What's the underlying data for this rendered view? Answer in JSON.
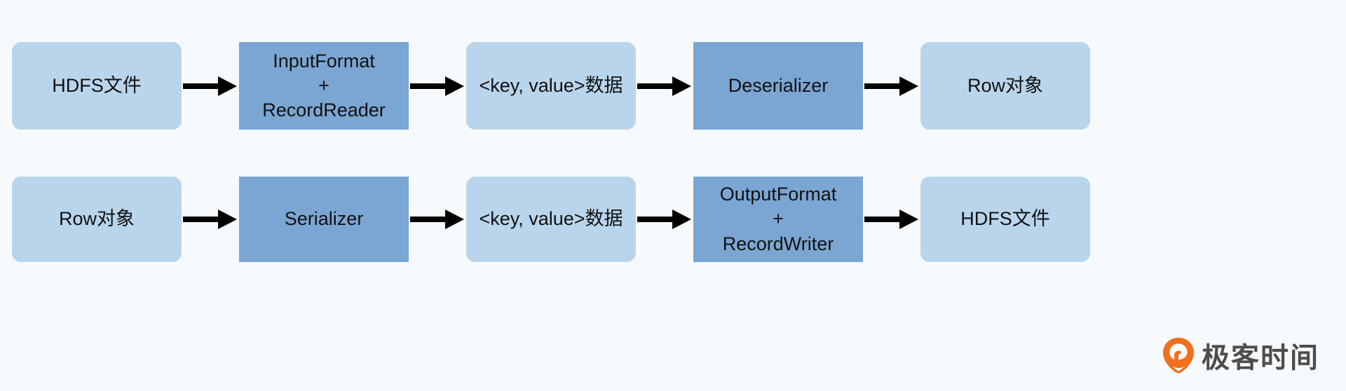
{
  "diagram": {
    "title": "Hive data read/write serialization flow",
    "background_color": "#f7fafc",
    "node_light_color": "#b9d5ec",
    "node_dark_color": "#7ba6d3",
    "arrow_color": "#000000",
    "rows": [
      {
        "id": "read-path",
        "nodes": [
          {
            "label": "HDFS文件",
            "style": "light"
          },
          {
            "label": "InputFormat\n+\nRecordReader",
            "style": "dark"
          },
          {
            "label": "<key, value>数据",
            "style": "light"
          },
          {
            "label": "Deserializer",
            "style": "dark"
          },
          {
            "label": "Row对象",
            "style": "light"
          }
        ],
        "arrows": [
          "arrow-right-icon",
          "arrow-right-icon",
          "arrow-right-icon",
          "arrow-right-icon"
        ]
      },
      {
        "id": "write-path",
        "nodes": [
          {
            "label": "Row对象",
            "style": "light"
          },
          {
            "label": "Serializer",
            "style": "dark"
          },
          {
            "label": "<key, value>数据",
            "style": "light"
          },
          {
            "label": "OutputFormat\n+\nRecordWriter",
            "style": "dark"
          },
          {
            "label": "HDFS文件",
            "style": "light"
          }
        ],
        "arrows": [
          "arrow-right-icon",
          "arrow-right-icon",
          "arrow-right-icon",
          "arrow-right-icon"
        ]
      }
    ]
  },
  "watermark": {
    "text": "极客时间",
    "logo_icon": "geektime-pin-logo-icon",
    "logo_color": "#f0701e",
    "text_color": "#4d4d4d"
  }
}
